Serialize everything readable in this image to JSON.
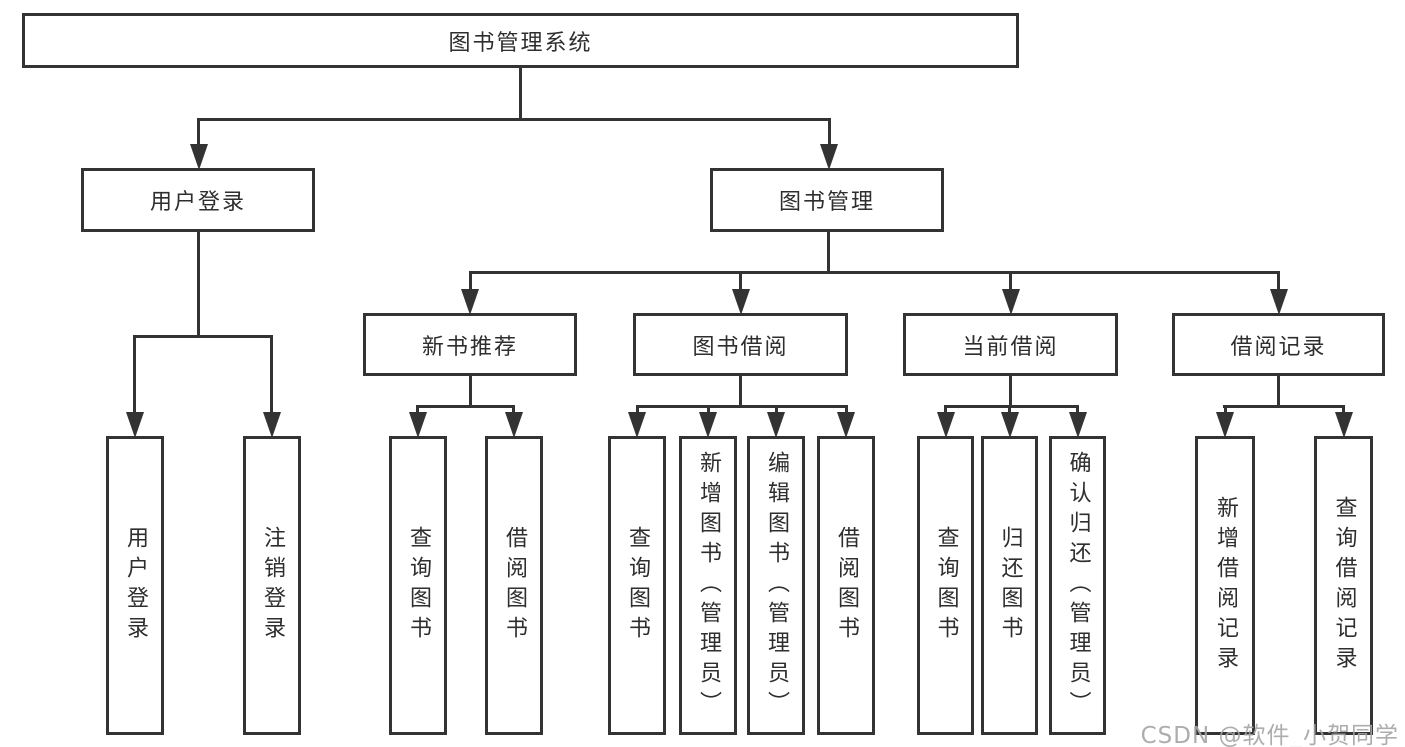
{
  "diagram": {
    "root": {
      "label": "图书管理系统",
      "children": [
        {
          "label": "用户登录",
          "children": [
            {
              "label": "用户登录"
            },
            {
              "label": "注销登录"
            }
          ]
        },
        {
          "label": "图书管理",
          "children": [
            {
              "label": "新书推荐",
              "children": [
                {
                  "label": "查询图书"
                },
                {
                  "label": "借阅图书"
                }
              ]
            },
            {
              "label": "图书借阅",
              "children": [
                {
                  "label": "查询图书"
                },
                {
                  "label": "新增图书（管理员）"
                },
                {
                  "label": "编辑图书（管理员）"
                },
                {
                  "label": "借阅图书"
                }
              ]
            },
            {
              "label": "当前借阅",
              "children": [
                {
                  "label": "查询图书"
                },
                {
                  "label": "归还图书"
                },
                {
                  "label": "确认归还（管理员）"
                }
              ]
            },
            {
              "label": "借阅记录",
              "children": [
                {
                  "label": "新增借阅记录"
                },
                {
                  "label": "查询借阅记录"
                }
              ]
            }
          ]
        }
      ]
    },
    "watermark": "CSDN @软件_小贺同学",
    "colors": {
      "line": "#333333",
      "text": "#2e2e2e",
      "watermark": "#a5a5a5",
      "background": "#ffffff"
    }
  }
}
